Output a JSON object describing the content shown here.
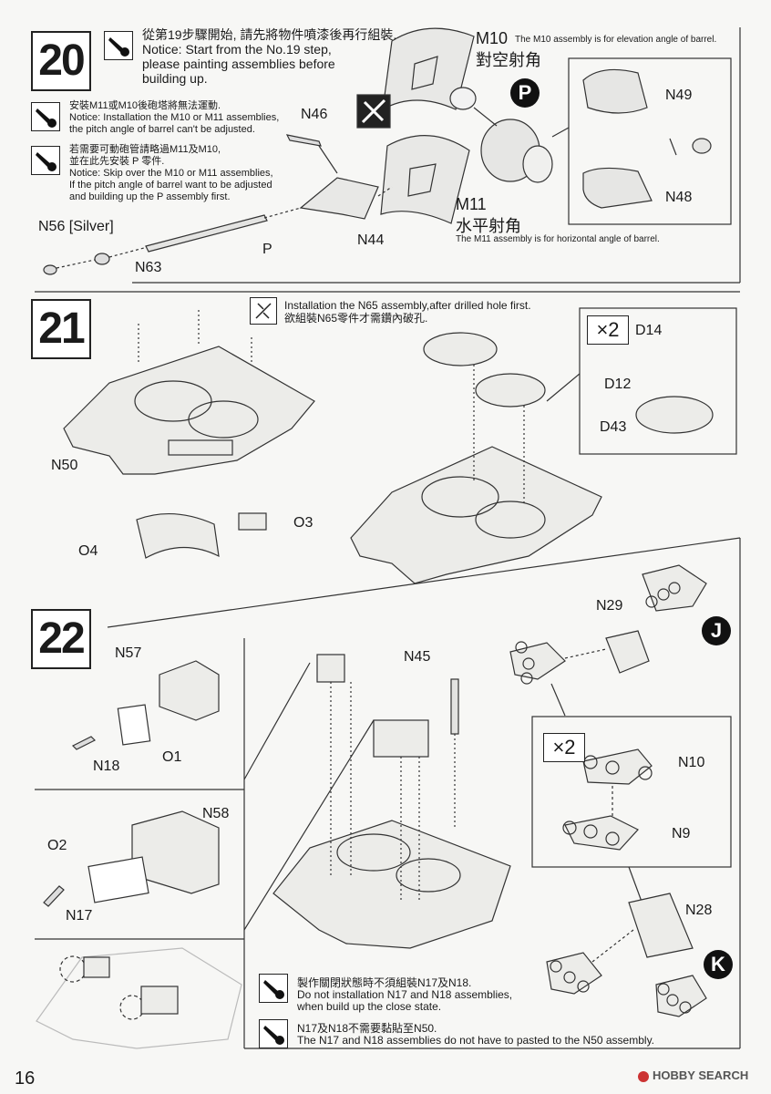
{
  "steps": {
    "s20": "20",
    "s21": "21",
    "s22": "22"
  },
  "step20": {
    "instruction": "從第19步驟開始, 請先將物件噴漆後再行組裝.\nNotice: Start from the No.19 step,\nplease painting assemblies before\nbuilding up.",
    "notice1": "安裝M11或M10後砲塔將無法運動.\nNotice: Installation the M10 or M11 assemblies,\nthe pitch angle of barrel can't be adjusted.",
    "notice2": "若需要可動砲管請略過M11及M10,\n並在此先安裝 P 零件.\nNotice: Skip over the M10 or M11 assemblies,\nIf the pitch angle of barrel want to be adjusted\nand building up the P assembly first.",
    "m10_code": "M10",
    "m10_cn": "對空射角",
    "m10_note": "The M10 assembly is for elevation angle of barrel.",
    "m11_code": "M11",
    "m11_cn": "水平射角",
    "m11_note": "The M11 assembly is for horizontal angle of barrel.",
    "circle_p": "P",
    "labels": {
      "n46": "N46",
      "n44": "N44",
      "p": "P",
      "n56": "N56 [Silver]",
      "n63": "N63",
      "n49": "N49",
      "n48": "N48"
    }
  },
  "step21": {
    "install_note": "Installation the N65 assembly,after drilled hole first.\n欲組裝N65零件才需鑽內破孔.",
    "mult": "×2",
    "labels": {
      "n50": "N50",
      "o3": "O3",
      "o4": "O4",
      "d14": "D14",
      "d12": "D12",
      "d43": "D43"
    }
  },
  "step22": {
    "labels": {
      "n57": "N57",
      "o1": "O1",
      "n18": "N18",
      "n58": "N58",
      "o2": "O2",
      "n17": "N17",
      "n45": "N45",
      "n29": "N29",
      "n10": "N10",
      "n9": "N9",
      "n28": "N28"
    },
    "circle_j": "J",
    "circle_k": "K",
    "mult": "×2",
    "notice1": "製作關閉狀態時不須組裝N17及N18.\nDo not installation N17 and N18 assemblies,\nwhen build up the close state.",
    "notice2": "N17及N18不需要黏貼至N50.\nThe N17 and N18 assemblies do not have to pasted to the N50 assembly."
  },
  "footer": {
    "page_number": "16",
    "watermark": "HOBBY SEARCH"
  }
}
